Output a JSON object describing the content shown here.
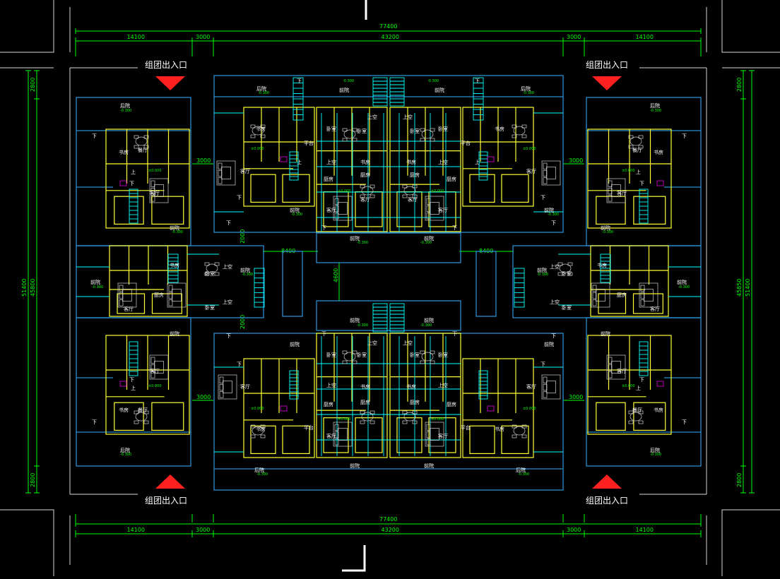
{
  "colors": {
    "background": "#000000",
    "dimension": "#00ff00",
    "wall": "#ffff33",
    "frame": "#2a8fd0",
    "wire": "#00ffff",
    "road": "#d8d8d8",
    "arrow": "#ff2020",
    "furniture": "#d0d0d0",
    "magenta": "#ff00ff",
    "label": "#ffffff"
  },
  "dimensions": {
    "top_total": "77400",
    "bottom_total": "77400",
    "top_segments": [
      "14100",
      "3000",
      "43200",
      "3000",
      "14100"
    ],
    "bottom_segments": [
      "14100",
      "3000",
      "43200",
      "3000",
      "14100"
    ],
    "left_total": "51400",
    "left_inner": "45800",
    "left_top": "2800",
    "left_bottom": "2800",
    "right_total": "51400",
    "right_inner": "45850",
    "right_top": "2800",
    "right_bottom": "2800",
    "gap_mid_left": "8400",
    "gap_mid_right": "8400",
    "gap_vertical": "4600",
    "gap_small_top": "2000",
    "gap_small_bottom": "2000",
    "side_gap_tl": "3000",
    "side_gap_tr": "3000",
    "side_gap_bl": "3000",
    "side_gap_br": "3000"
  },
  "entrances": {
    "top_left": "组团出入口",
    "top_right": "组团出入口",
    "bottom_left": "组团出入口",
    "bottom_right": "组团出入口"
  },
  "room_labels": {
    "living": "客厅",
    "bedroom": "卧室",
    "dining": "餐厅",
    "kitchen": "厨房",
    "study": "书房",
    "front_yard": "前院",
    "back_yard": "后院",
    "platform": "平台",
    "upper_void": "上空",
    "down": "下",
    "up": "上",
    "elev_a": "-0.300",
    "elev_b": "±0.000"
  }
}
